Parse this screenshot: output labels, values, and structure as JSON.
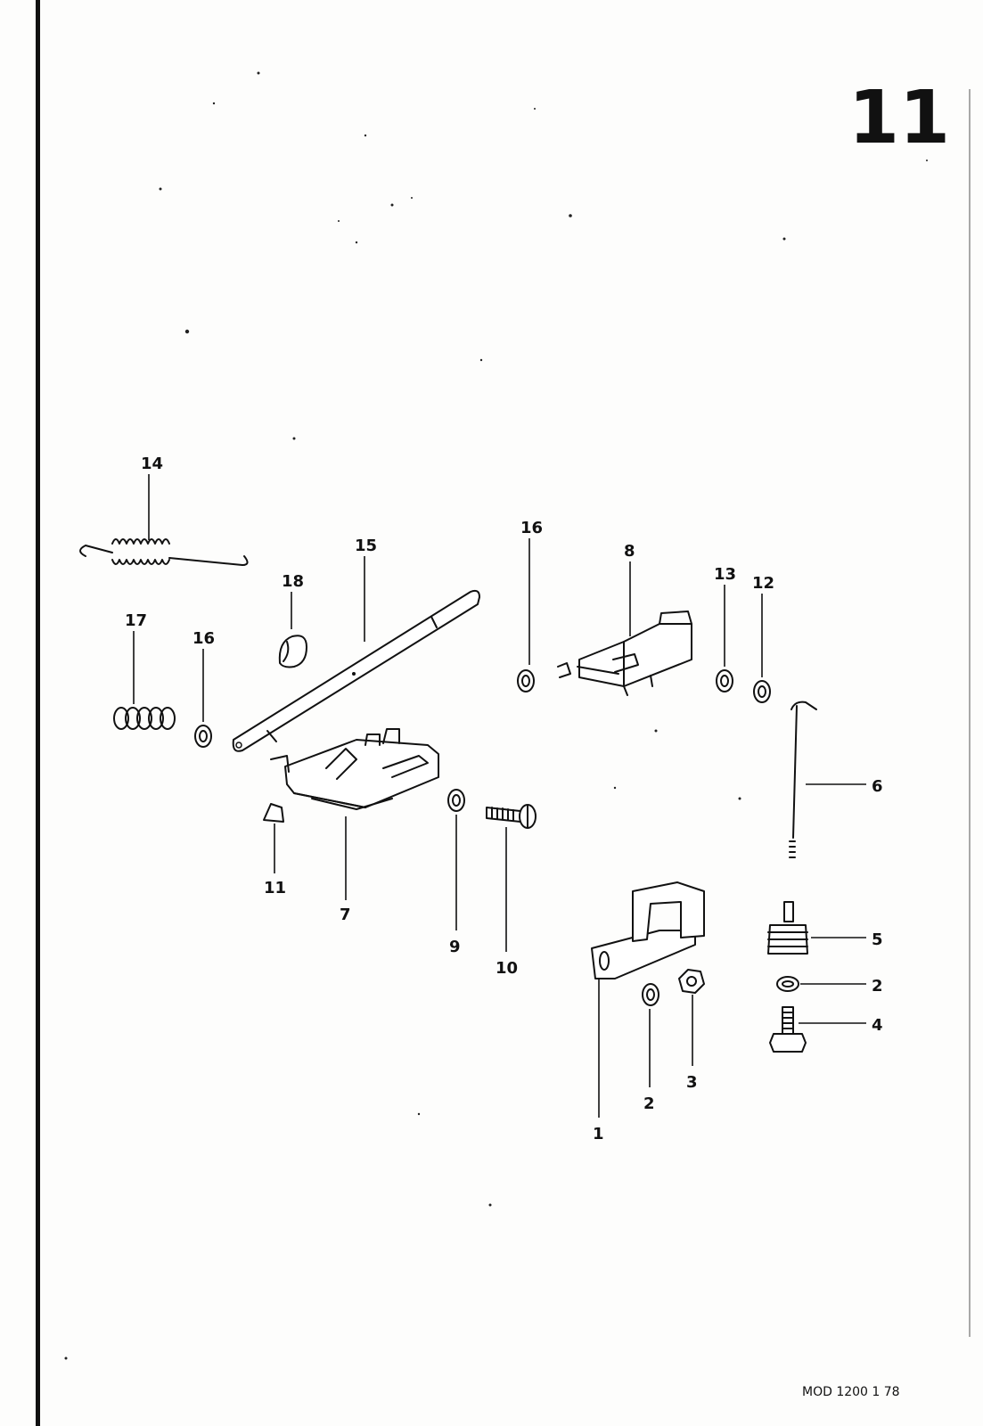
{
  "section_number": "11",
  "footer": "MOD 1200  1 78",
  "callouts": {
    "c1": "1",
    "c2a": "2",
    "c2b": "2",
    "c3": "3",
    "c4": "4",
    "c5": "5",
    "c6": "6",
    "c7": "7",
    "c8": "8",
    "c9": "9",
    "c10": "10",
    "c11": "11",
    "c12": "12",
    "c13": "13",
    "c14": "14",
    "c15": "15",
    "c16a": "16",
    "c16b": "16",
    "c17": "17",
    "c18": "18"
  }
}
